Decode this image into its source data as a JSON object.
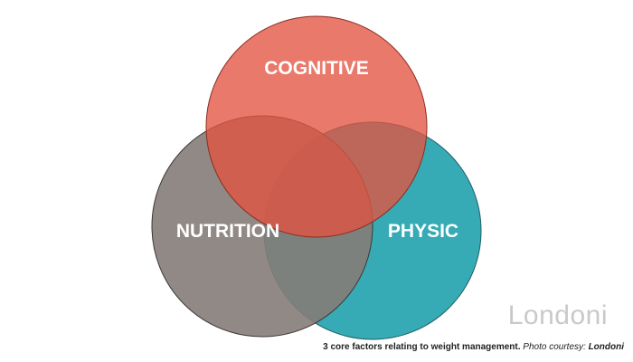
{
  "diagram": {
    "circles": [
      {
        "id": "cognitive",
        "label": "COGNITIVE",
        "color": "#e35340"
      },
      {
        "id": "physic",
        "label": "PHYSIC",
        "color": "#36aab5"
      },
      {
        "id": "nutrition",
        "label": "NUTRITION",
        "color": "#857c78"
      }
    ]
  },
  "logo": {
    "text": "Londoni",
    "color": "#c9c9c9"
  },
  "caption": {
    "main": "3 core factors relating to weight management.",
    "courtesy": "Photo courtesy:",
    "credit": "Londoni"
  }
}
